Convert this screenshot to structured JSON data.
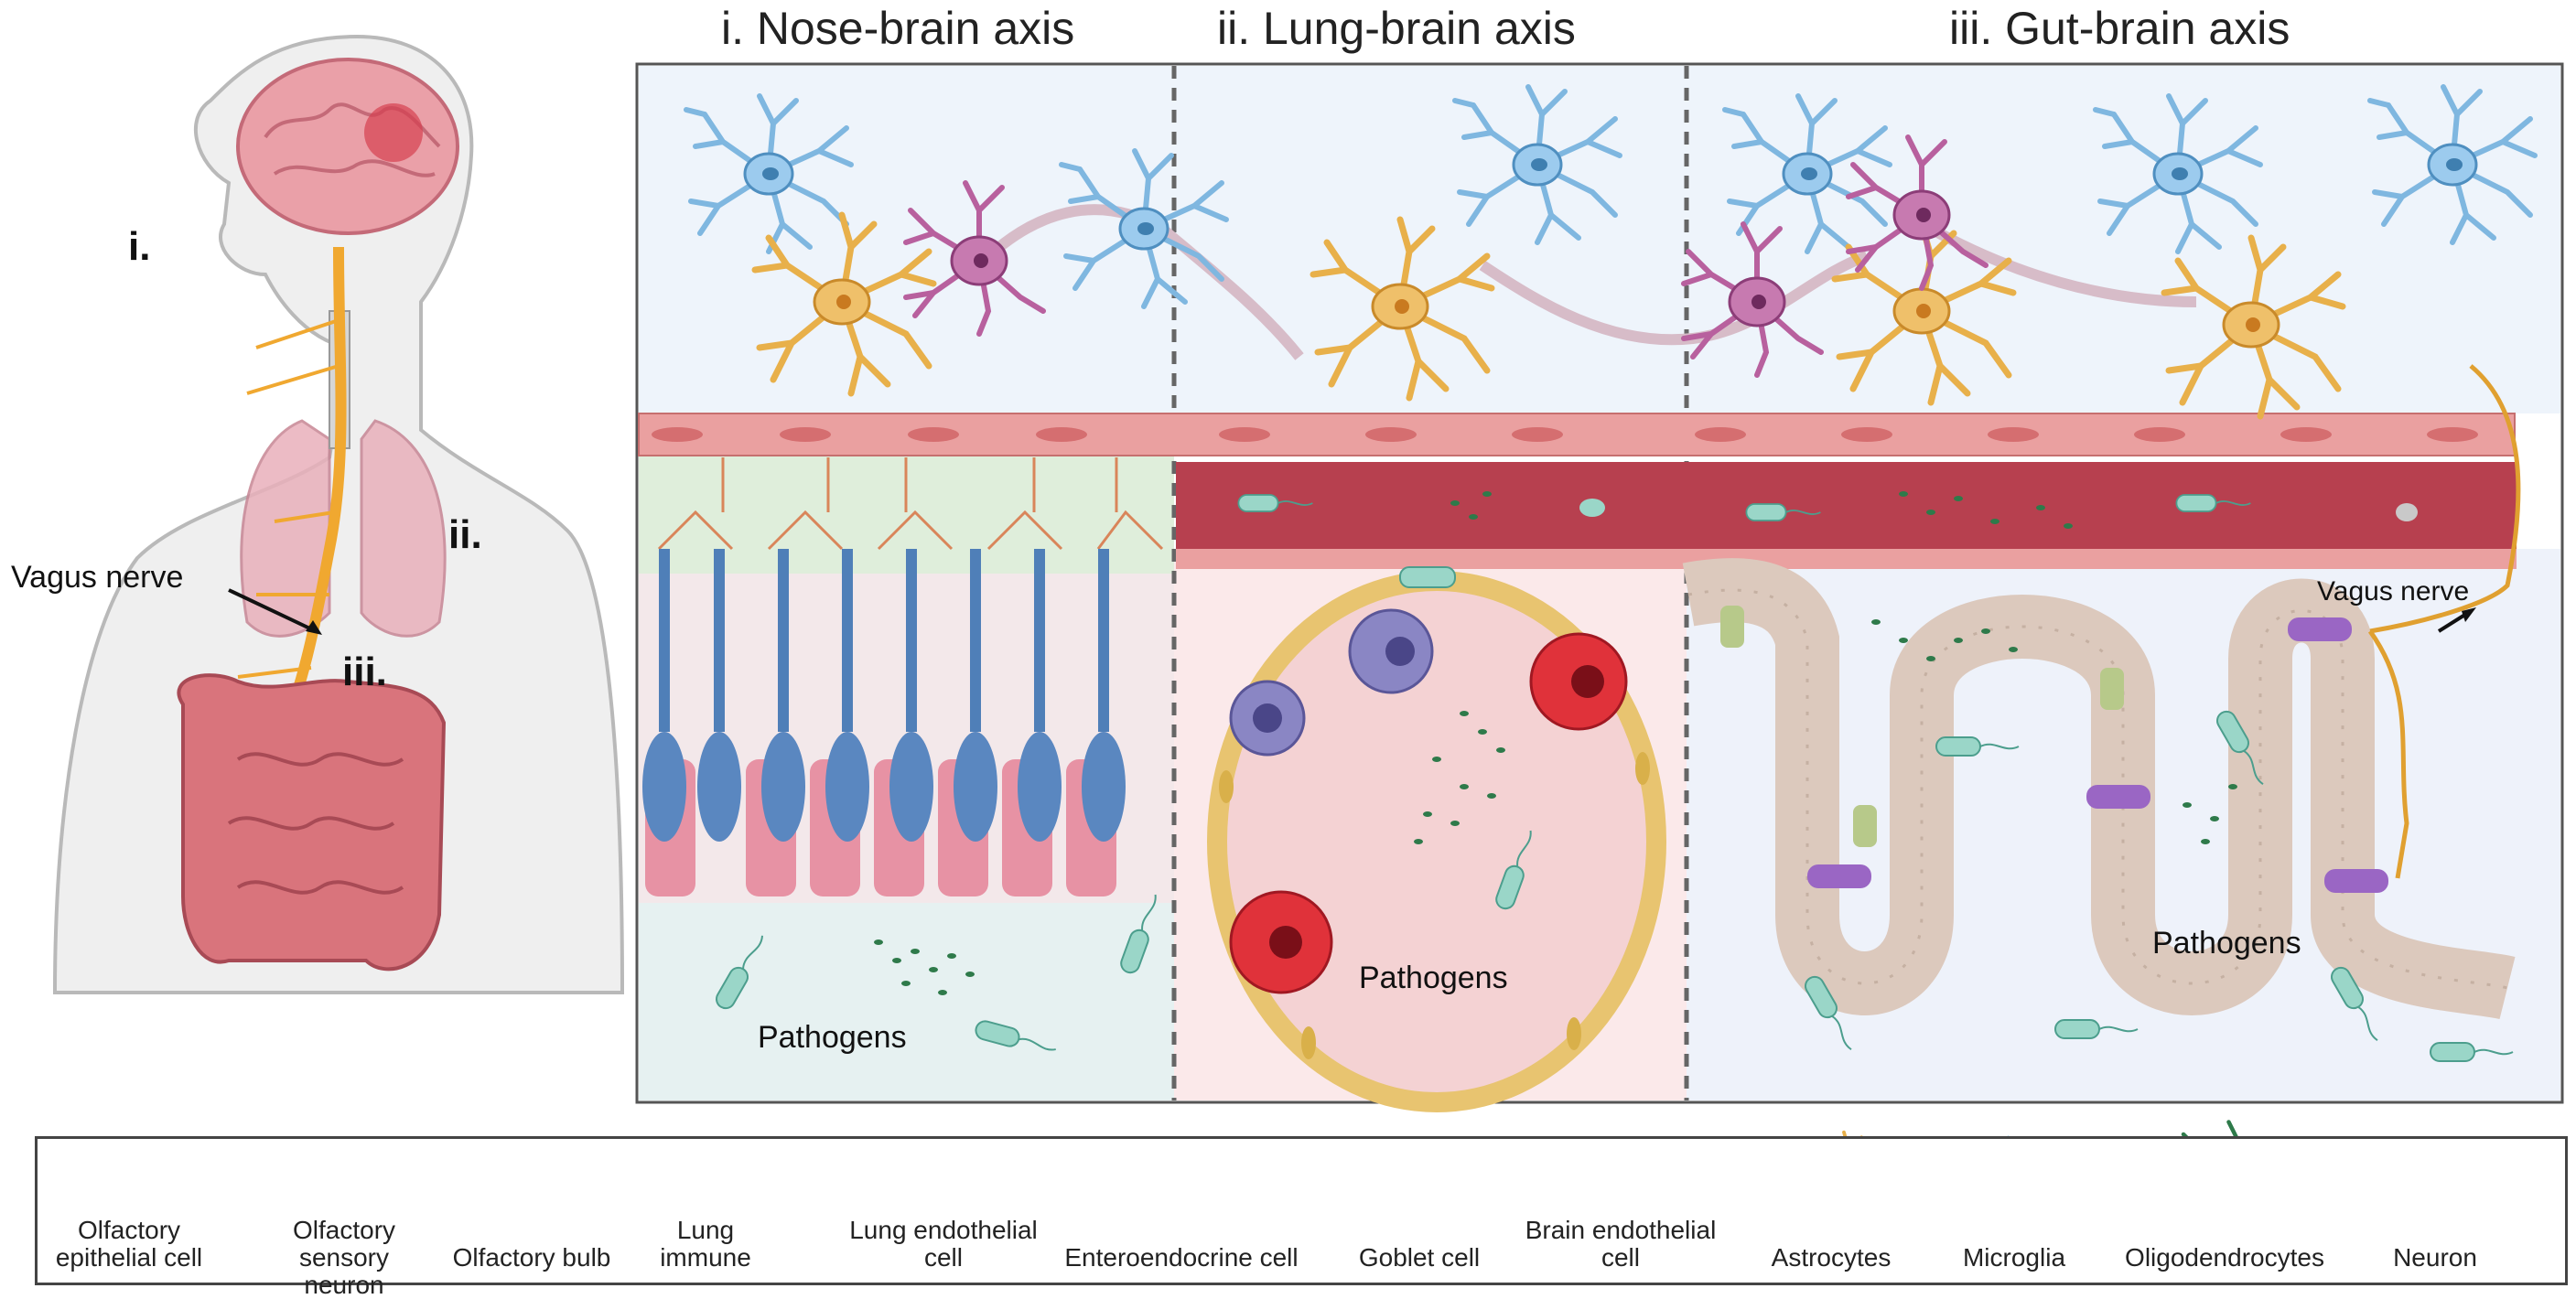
{
  "panels": {
    "nose_title": "i. Nose-brain axis",
    "lung_title": "ii. Lung-brain axis",
    "gut_title": "iii. Gut-brain axis"
  },
  "body_labels": {
    "i": "i.",
    "ii": "ii.",
    "iii": "iii.",
    "vagus": "Vagus nerve"
  },
  "pathogens": {
    "nose": "Pathogens",
    "lung": "Pathogens",
    "gut": "Pathogens"
  },
  "gut_vagus": "Vagus nerve",
  "legend": {
    "olfactory_epithelial": "Olfactory epithelial cell",
    "olfactory_sensory": "Olfactory sensory neuron",
    "olfactory_bulb": "Olfactory bulb",
    "lung_immune": "Lung immune",
    "lung_endothelial": "Lung endothelial cell",
    "enteroendocrine": "Enteroendocrine cell",
    "goblet": "Goblet cell",
    "brain_endothelial": "Brain endothelial cell",
    "astrocytes": "Astrocytes",
    "microglia": "Microglia",
    "oligodendrocytes": "Oligodendrocytes",
    "neuron": "Neuron"
  },
  "colors": {
    "astrocyte": "#e8b04a",
    "microglia": "#7fb7e0",
    "neuron": "#b8609e",
    "oligodendrocyte": "#2e7a4a",
    "endothelium": "#e98c8c",
    "blood": "#b9404f",
    "sensory_neuron": "#4f7fb8",
    "epithelial": "#e792a4",
    "vagus": "#e0a030",
    "goblet": "#b7c98a",
    "enteroendocrine": "#9a66c4"
  }
}
